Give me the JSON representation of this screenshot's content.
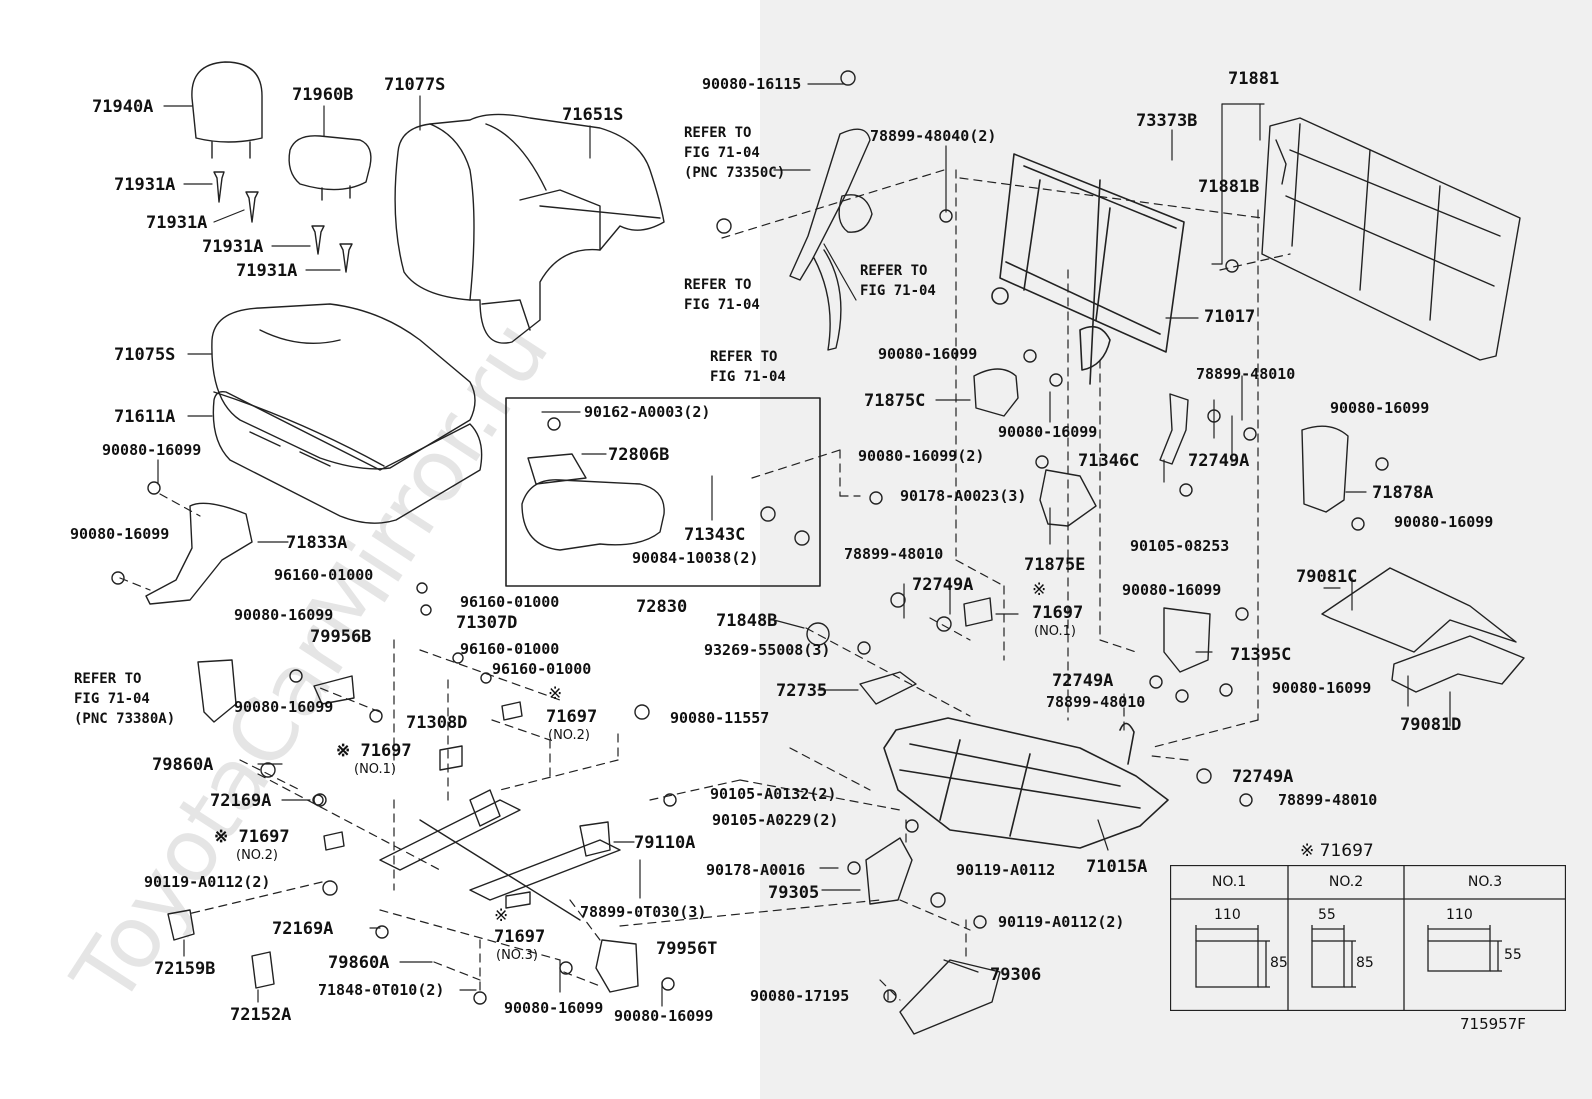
{
  "watermark": "ToyotaCarMirror.ru",
  "labels": {
    "l71940A": "71940A",
    "l71960B": "71960B",
    "l71077S": "71077S",
    "l71651S": "71651S",
    "l71931A_1": "71931A",
    "l71931A_2": "71931A",
    "l71931A_3": "71931A",
    "l71931A_4": "71931A",
    "l71075S": "71075S",
    "l71611A": "71611A",
    "l90080_16099_a": "90080-16099",
    "l90080_16099_b": "90080-16099",
    "l71833A": "71833A",
    "l96160_01000_a": "96160-01000",
    "l96160_01000_b": "96160-01000",
    "l96160_01000_c": "96160-01000",
    "l96160_01000_d": "96160-01000",
    "l71307D": "71307D",
    "l90080_16099_c": "90080-16099",
    "l79956B": "79956B",
    "lRefer_pnc380_1": "REFER TO",
    "lRefer_pnc380_2": "FIG 71-04",
    "lRefer_pnc380_3": "(PNC 73380A)",
    "l90080_16099_d": "90080-16099",
    "l71308D": "71308D",
    "l71697_no1_left": "※ 71697",
    "lNO1_left": "(NO.1)",
    "l71697_no2_mid": "71697",
    "lNO2_mid": "(NO.2)",
    "lKome_mid": "※",
    "l90080_11557": "90080-11557",
    "l79860A_a": "79860A",
    "l72169A_a": "72169A",
    "l71697_no2_left": "※ 71697",
    "lNO2_left": "(NO.2)",
    "l90119_A0112_2_a": "90119-A0112(2)",
    "l79110A": "79110A",
    "l72169A_b": "72169A",
    "l79860A_b": "79860A",
    "l71697_no3": "71697",
    "lNO3": "(NO.3)",
    "lKome_no3": "※",
    "l78899_0T030": "78899-0T030(3)",
    "l79956T": "79956T",
    "l72159B": "72159B",
    "l72152A": "72152A",
    "l71848_0T010": "71848-0T010(2)",
    "l90080_16099_e": "90080-16099",
    "l90080_16099_f": "90080-16099",
    "l90162_A0003": "90162-A0003(2)",
    "l72806B": "72806B",
    "l71343C": "71343C",
    "l90084_10038": "90084-10038(2)",
    "l72830": "72830",
    "l90080_16115": "90080-16115",
    "lRefer_pnc350_1": "REFER TO",
    "lRefer_pnc350_2": "FIG 71-04",
    "lRefer_pnc350_3": "(PNC 73350C)",
    "lRefer_a1": "REFER TO",
    "lRefer_a2": "FIG 71-04",
    "lRefer_b1": "REFER TO",
    "lRefer_b2": "FIG 71-04",
    "lRefer_c1": "REFER TO",
    "lRefer_c2": "FIG 71-04",
    "l78899_48040": "78899-48040(2)",
    "l73373B": "73373B",
    "l71881": "71881",
    "l71881B": "71881B",
    "l71017": "71017",
    "l90080_16099_g": "90080-16099",
    "l71875C": "71875C",
    "l90080_16099_h": "90080-16099",
    "l78899_48010_a": "78899-48010",
    "l90080_16099_2": "90080-16099(2)",
    "l71346C": "71346C",
    "l72749A_a": "72749A",
    "l90178_A0023": "90178-A0023(3)",
    "l71875E": "71875E",
    "l90105_08253": "90105-08253",
    "l90080_16099_i": "90080-16099",
    "l71878A": "71878A",
    "l90080_16099_j": "90080-16099",
    "l78899_48010_b": "78899-48010",
    "l72749A_b": "72749A",
    "l71697_no1_right": "71697",
    "lNO1_right": "(NO.1)",
    "lKome_right": "※",
    "l71848B": "71848B",
    "l93269_55008": "93269-55008(3)",
    "l72735": "72735",
    "l90080_16099_k": "90080-16099",
    "l71395C": "71395C",
    "l72749A_c": "72749A",
    "l78899_48010_c": "78899-48010",
    "l90080_16099_l": "90080-16099",
    "l79081C": "79081C",
    "l79081D": "79081D",
    "l90105_A0132": "90105-A0132(2)",
    "l90105_A0229": "90105-A0229(2)",
    "l72749A_d": "72749A",
    "l78899_48010_d": "78899-48010",
    "l71015A": "71015A",
    "l90178_A0016": "90178-A0016",
    "l90119_A0112_b": "90119-A0112",
    "l79305": "79305",
    "l90119_A0112_2_c": "90119-A0112(2)",
    "l79306": "79306",
    "l90080_17195": "90080-17195"
  },
  "legend": {
    "title": "※ 71697",
    "columns": [
      {
        "head": "NO.1",
        "w": "110",
        "h": "85"
      },
      {
        "head": "NO.2",
        "w": "55",
        "h": "85"
      },
      {
        "head": "NO.3",
        "w": "110",
        "h": "55"
      }
    ]
  },
  "drawing_number": "715957F",
  "colors": {
    "line": "#222222",
    "right_bg": "#f0f0f0",
    "watermark": "#cfcfcf"
  }
}
